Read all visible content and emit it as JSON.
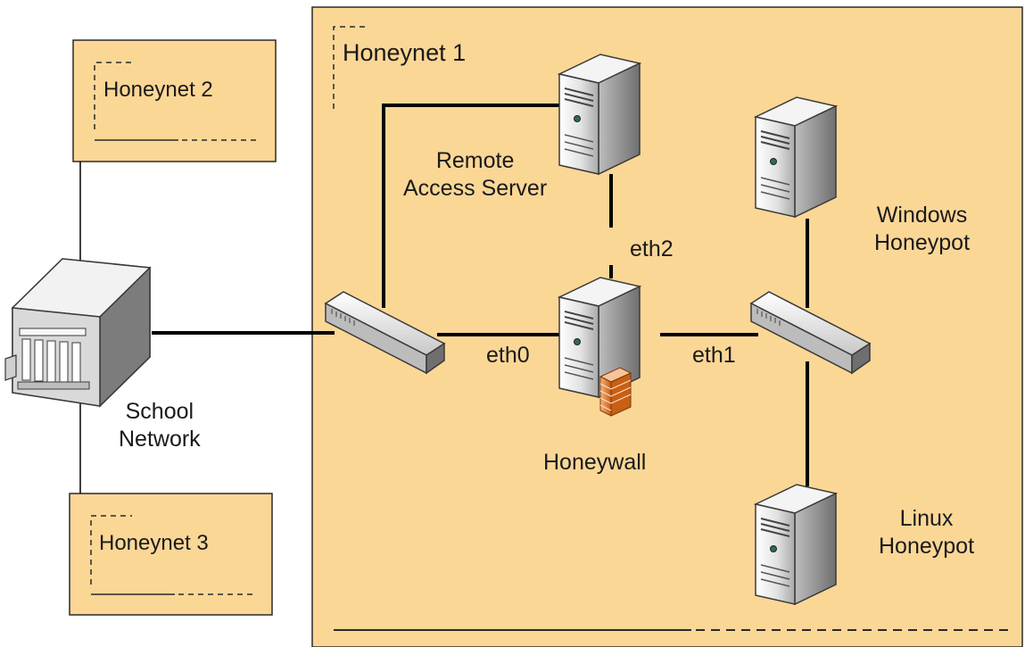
{
  "groups": {
    "honeynet1": "Honeynet 1",
    "honeynet2": "Honeynet 2",
    "honeynet3": "Honeynet 3"
  },
  "nodes": {
    "school_network": [
      "School",
      "Network"
    ],
    "remote_access_server": [
      "Remote",
      "Access Server"
    ],
    "honeywall": "Honeywall",
    "windows_honeypot": [
      "Windows",
      "Honeypot"
    ],
    "linux_honeypot": [
      "Linux",
      "Honeypot"
    ]
  },
  "interfaces": {
    "eth0": "eth0",
    "eth1": "eth1",
    "eth2": "eth2"
  },
  "colors": {
    "box_fill": "#fbd796",
    "box_stroke": "#2a2a2a",
    "server_light": "#ffffff",
    "server_dark": "#9a9a9a",
    "firewall": "#e8822a"
  }
}
